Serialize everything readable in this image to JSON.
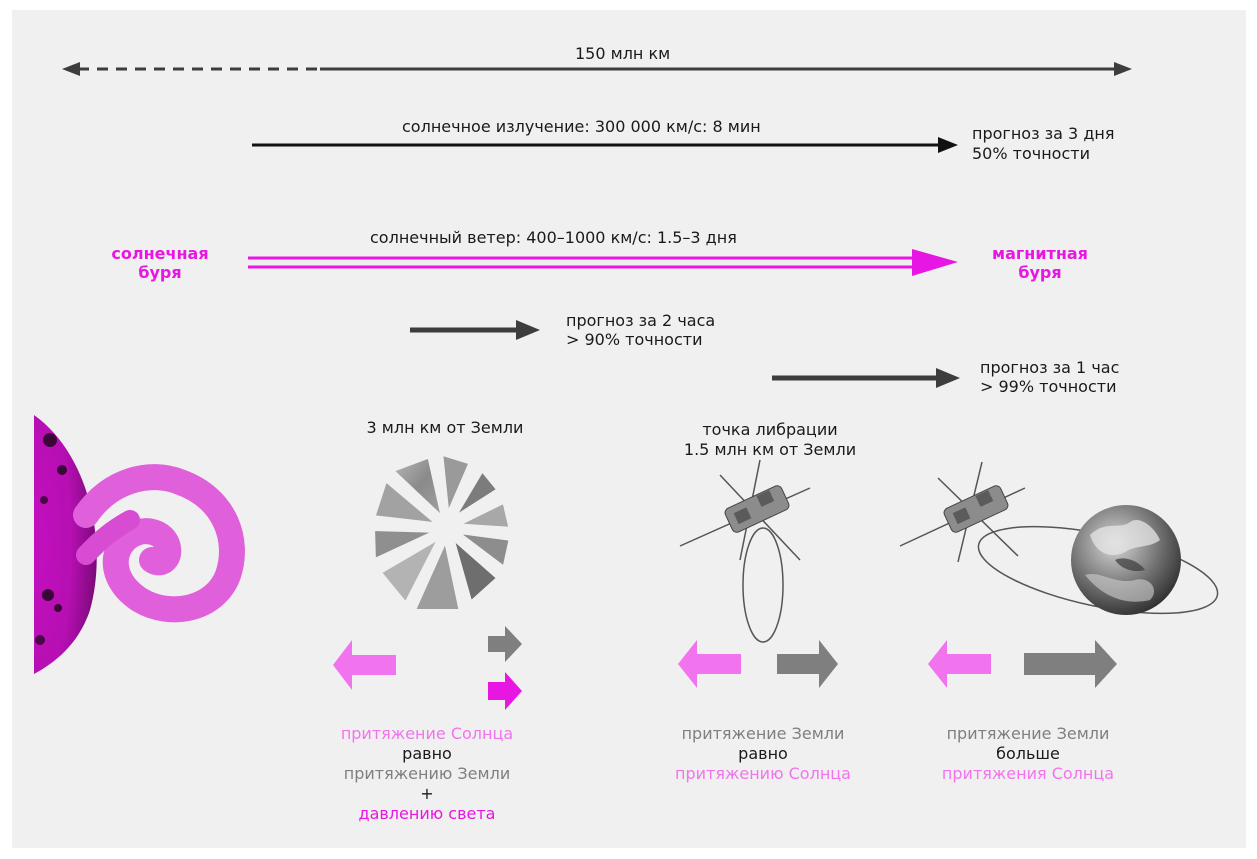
{
  "distance_label": "150 млн км",
  "radiation_label": "солнечное излучение: 300 000 км/с: 8 мин",
  "forecast_3d": {
    "line1": "прогноз за 3 дня",
    "line2": "50% точности"
  },
  "wind_label": "солнечный ветер: 400–1000 км/с: 1.5–3 дня",
  "solar_storm": {
    "line1": "солнечная",
    "line2": "буря"
  },
  "magnetic_storm": {
    "line1": "магнитная",
    "line2": "буря"
  },
  "forecast_2h": {
    "line1": "прогноз за 2 часа",
    "line2": "> 90% точности"
  },
  "forecast_1h": {
    "line1": "прогноз за 1 час",
    "line2": "> 99% точности"
  },
  "sail_distance": "3 млн км от Земли",
  "libration": {
    "line1": "точка либрации",
    "line2": "1.5 млн км от Земли"
  },
  "caption_sail": {
    "l1": "притяжение Солнца",
    "l2": "равно",
    "l3": "притяжению Земли",
    "l4": "+",
    "l5": "давлению света"
  },
  "caption_l1": {
    "l1": "притяжение Земли",
    "l2": "равно",
    "l3": "притяжению Солнца"
  },
  "caption_near": {
    "l1": "притяжение Земли",
    "l2": "больше",
    "l3": "притяжения Солнца"
  },
  "colors": {
    "magenta": "#e816e3",
    "pink": "#f273ee",
    "gray": "#7f7f7f",
    "dark": "#3d3d3d",
    "background": "#f0f0f0"
  },
  "icons": [
    "sun-icon",
    "solar-flare-icon",
    "solar-sail-icon",
    "satellite-icon",
    "earth-icon"
  ]
}
